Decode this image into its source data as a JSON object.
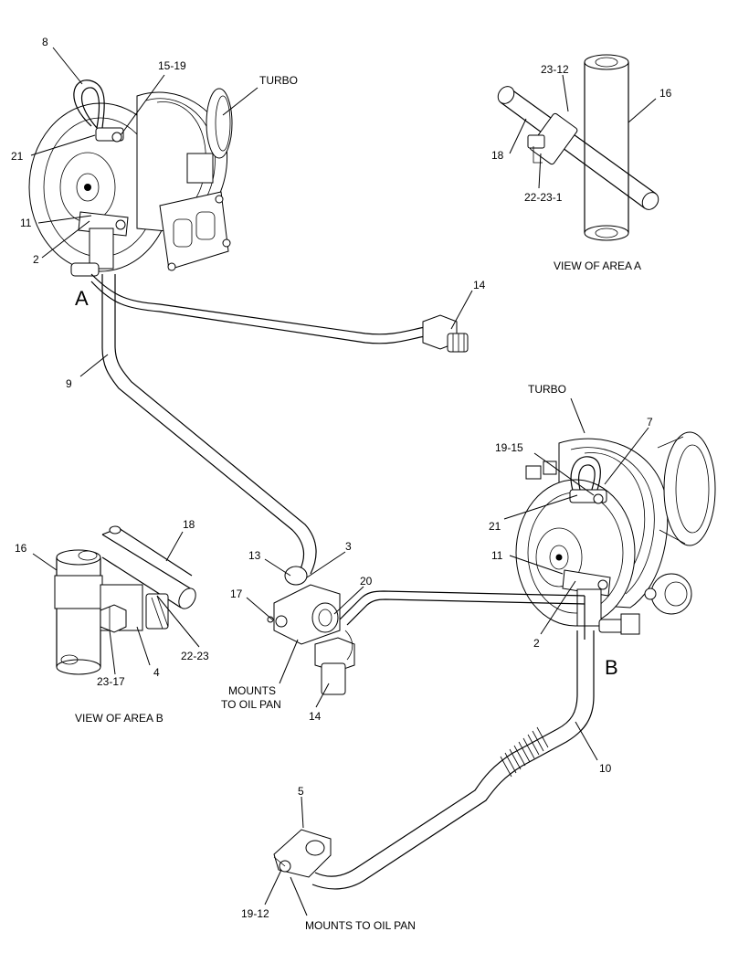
{
  "labels": {
    "turbo_top": "TURBO",
    "turbo_right": "TURBO",
    "area_a_letter": "A",
    "area_b_letter": "B",
    "view_area_a": "VIEW OF AREA A",
    "view_area_b": "VIEW OF AREA B",
    "mounts_oil_pan_1_line1": "MOUNTS",
    "mounts_oil_pan_1_line2": "TO OIL PAN",
    "mounts_oil_pan_2": "MOUNTS TO OIL PAN"
  },
  "callouts": {
    "c8": "8",
    "c15_19": "15-19",
    "c21_top": "21",
    "c11_top": "11",
    "c2_top": "2",
    "c14_top": "14",
    "c9": "9",
    "c23_12": "23-12",
    "c16_a": "16",
    "c18_a": "18",
    "c22_23_1": "22-23-1",
    "c7": "7",
    "c19_15": "19-15",
    "c21_right": "21",
    "c11_right": "11",
    "c2_right": "2",
    "c10": "10",
    "c16_b": "16",
    "c18_b": "18",
    "c22_23": "22-23",
    "c23_17": "23-17",
    "c4": "4",
    "c13": "13",
    "c3": "3",
    "c20": "20",
    "c17": "17",
    "c14_bottom": "14",
    "c5": "5",
    "c19_12": "19-12"
  }
}
